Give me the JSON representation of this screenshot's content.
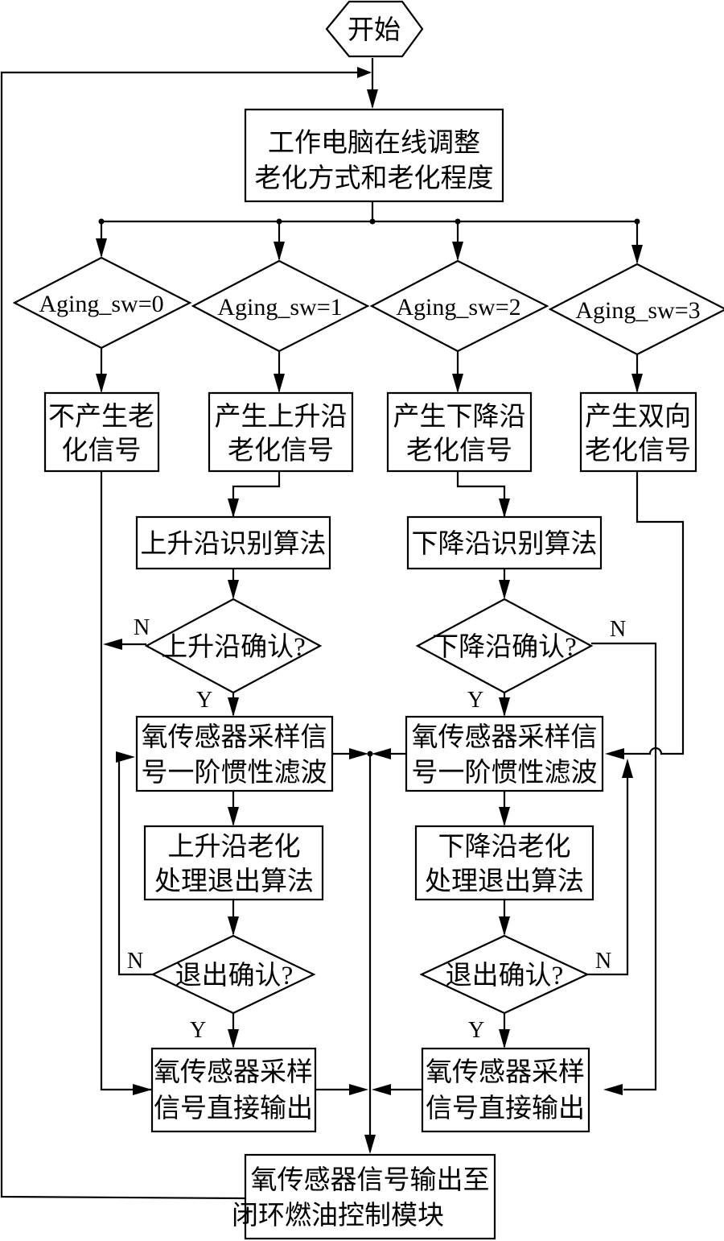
{
  "diagram": {
    "type": "flowchart",
    "start": {
      "label": "开始"
    },
    "adjust_box": {
      "lines": [
        "工作电脑在线调整",
        "老化方式和老化程度"
      ]
    },
    "decisions_top": [
      {
        "label": "Aging_sw=0"
      },
      {
        "label": "Aging_sw=1"
      },
      {
        "label": "Aging_sw=2"
      },
      {
        "label": "Aging_sw=3"
      }
    ],
    "signal_boxes": [
      {
        "lines": [
          "不产生老",
          "化信号"
        ]
      },
      {
        "lines": [
          "产生上升沿",
          "老化信号"
        ]
      },
      {
        "lines": [
          "产生下降沿",
          "老化信号"
        ]
      },
      {
        "lines": [
          "产生双向",
          "老化信号"
        ]
      }
    ],
    "rising_branch": {
      "identify": {
        "lines": [
          "上升沿识别算法"
        ]
      },
      "confirm": {
        "label": "上升沿确认?"
      },
      "filter": {
        "lines": [
          "氧传感器采样信",
          "号一阶惯性滤波"
        ]
      },
      "exit_algo": {
        "lines": [
          "上升沿老化",
          "处理退出算法"
        ]
      },
      "exit_confirm": {
        "label": "退出确认?"
      },
      "direct_out": {
        "lines": [
          "氧传感器采样",
          "信号直接输出"
        ]
      }
    },
    "falling_branch": {
      "identify": {
        "lines": [
          "下降沿识别算法"
        ]
      },
      "confirm": {
        "label": "下降沿确认?"
      },
      "filter": {
        "lines": [
          "氧传感器采样信",
          "号一阶惯性滤波"
        ]
      },
      "exit_algo": {
        "lines": [
          "下降沿老化",
          "处理退出算法"
        ]
      },
      "exit_confirm": {
        "label": "退出确认?"
      },
      "direct_out": {
        "lines": [
          "氧传感器采样",
          "信号直接输出"
        ]
      }
    },
    "output_box": {
      "lines": [
        "氧传感器信号输出至",
        "闭环燃油控制模块"
      ]
    },
    "branch_labels": {
      "yes": "Y",
      "no": "N"
    }
  }
}
